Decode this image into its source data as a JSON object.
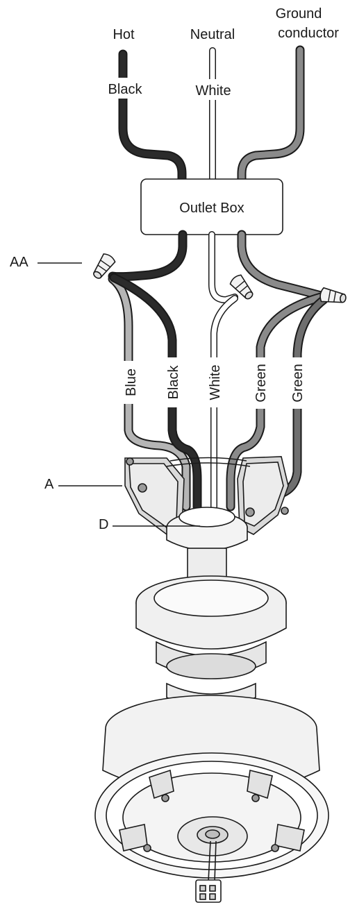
{
  "colors": {
    "black_wire": "#2b2b2b",
    "gray_wire": "#8a8a8a",
    "light_gray_wire": "#b5b5b5",
    "white_wire": "#ffffff",
    "outline": "#1a1a1a",
    "metal": "#ececec",
    "dark_metal": "#bdbdbd"
  },
  "supply": {
    "hot": "Hot",
    "neutral": "Neutral",
    "ground_line1": "Ground",
    "ground_line2": "conductor",
    "black": "Black",
    "white": "White"
  },
  "outlet_box": "Outlet Box",
  "fan_leads": [
    "Blue",
    "Black",
    "White",
    "Green",
    "Green"
  ],
  "callouts": {
    "aa": "AA",
    "a": "A",
    "d": "D"
  },
  "icons": [
    "wire-nut-icon",
    "mounting-bracket-icon",
    "fan-motor-icon",
    "connector-plug-icon"
  ]
}
